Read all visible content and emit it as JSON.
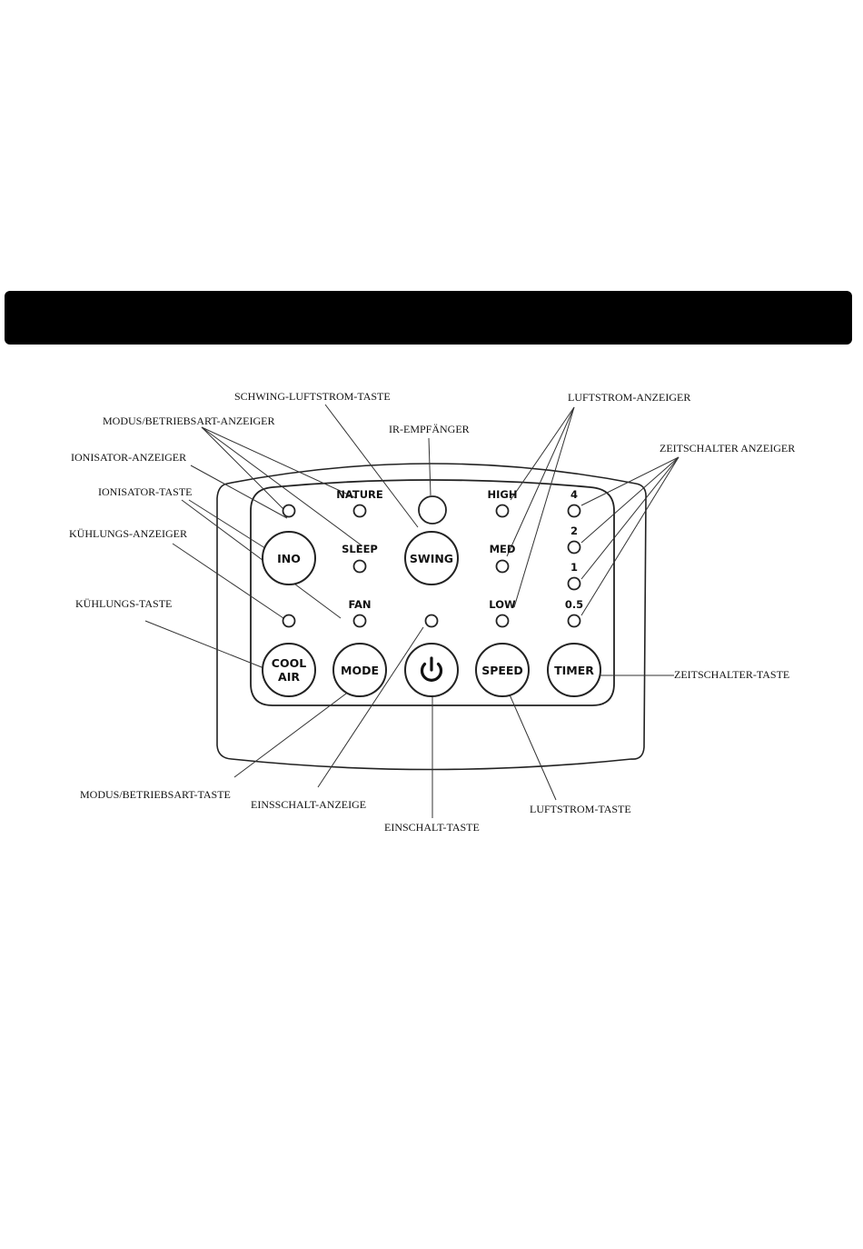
{
  "colors": {
    "ink": "#111111",
    "bar": "#000000",
    "background": "#ffffff"
  },
  "callouts": {
    "schwing_luftstrom_taste": "SCHWING-LUFTSTROM-TASTE",
    "luftstrom_anzeiger": "LUFTSTROM-ANZEIGER",
    "modus_betriebsart_anzeiger": "MODUS/BETRIEBSART-ANZEIGER",
    "ir_empfaenger": "IR-EMPFÄNGER",
    "ionisator_anzeiger": "IONISATOR-ANZEIGER",
    "zeitschalter_anzeiger": "ZEITSCHALTER ANZEIGER",
    "ionisator_taste": "IONISATOR-TASTE",
    "kuehlungs_anzeiger": "KÜHLUNGS-ANZEIGER",
    "kuehlungs_taste": "KÜHLUNGS-TASTE",
    "zeitschalter_taste": "ZEITSCHALTER-TASTE",
    "modus_betriebsart_taste": "MODUS/BETRIEBSART-TASTE",
    "einsschalt_anzeige": "EINSSCHALT-ANZEIGE",
    "luftstrom_taste": "LUFTSTROM-TASTE",
    "einschalt_taste": "EINSCHALT-TASTE"
  },
  "panel_labels": {
    "nature": "NATURE",
    "sleep": "SLEEP",
    "fan": "FAN",
    "high": "HIGH",
    "med": "MED",
    "low": "LOW",
    "t4": "4",
    "t2": "2",
    "t1": "1",
    "t05": "0.5"
  },
  "buttons": {
    "ino": "INO",
    "swing": "SWING",
    "cool_line1": "COOL",
    "cool_line2": "AIR",
    "mode": "MODE",
    "speed": "SPEED",
    "timer": "TIMER"
  },
  "icons": {
    "power": "power-icon"
  }
}
